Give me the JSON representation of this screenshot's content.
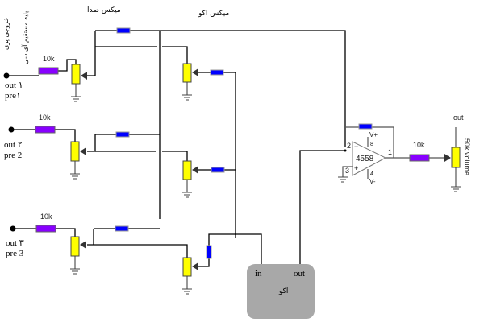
{
  "title_mix_sound": "میکس صدا",
  "title_mix_echo": "میکس اکو",
  "vertical_label_pre_out": "خروجی پری",
  "vertical_label_ic_pin": "پایه مستقیم آی سی",
  "inputs": [
    {
      "out_label": "out ۱",
      "pre_label": "pre۱",
      "resistor_label": "10k"
    },
    {
      "out_label": "out ۲",
      "pre_label": "pre 2",
      "resistor_label": "10k"
    },
    {
      "out_label": "out ۳",
      "pre_label": "pre 3",
      "resistor_label": "10k"
    }
  ],
  "echo_module": {
    "in_label": "in",
    "out_label": "out",
    "name": "اکو",
    "color": "#a8a8a8"
  },
  "opamp": {
    "part": "4558",
    "pin_inv": "2",
    "pin_noninv": "3",
    "pin_out": "1",
    "pin_vplus": "8",
    "pin_vminus": "4",
    "vplus_label": "V+",
    "vminus_label": "V-"
  },
  "output_resistor_label": "10k",
  "volume_pot_label": "50k volume",
  "final_out_label": "out",
  "colors": {
    "pot": "#ffff00",
    "input_resistor": "#8800ff",
    "mix_resistor": "#0000ff",
    "wire": "#000000"
  }
}
